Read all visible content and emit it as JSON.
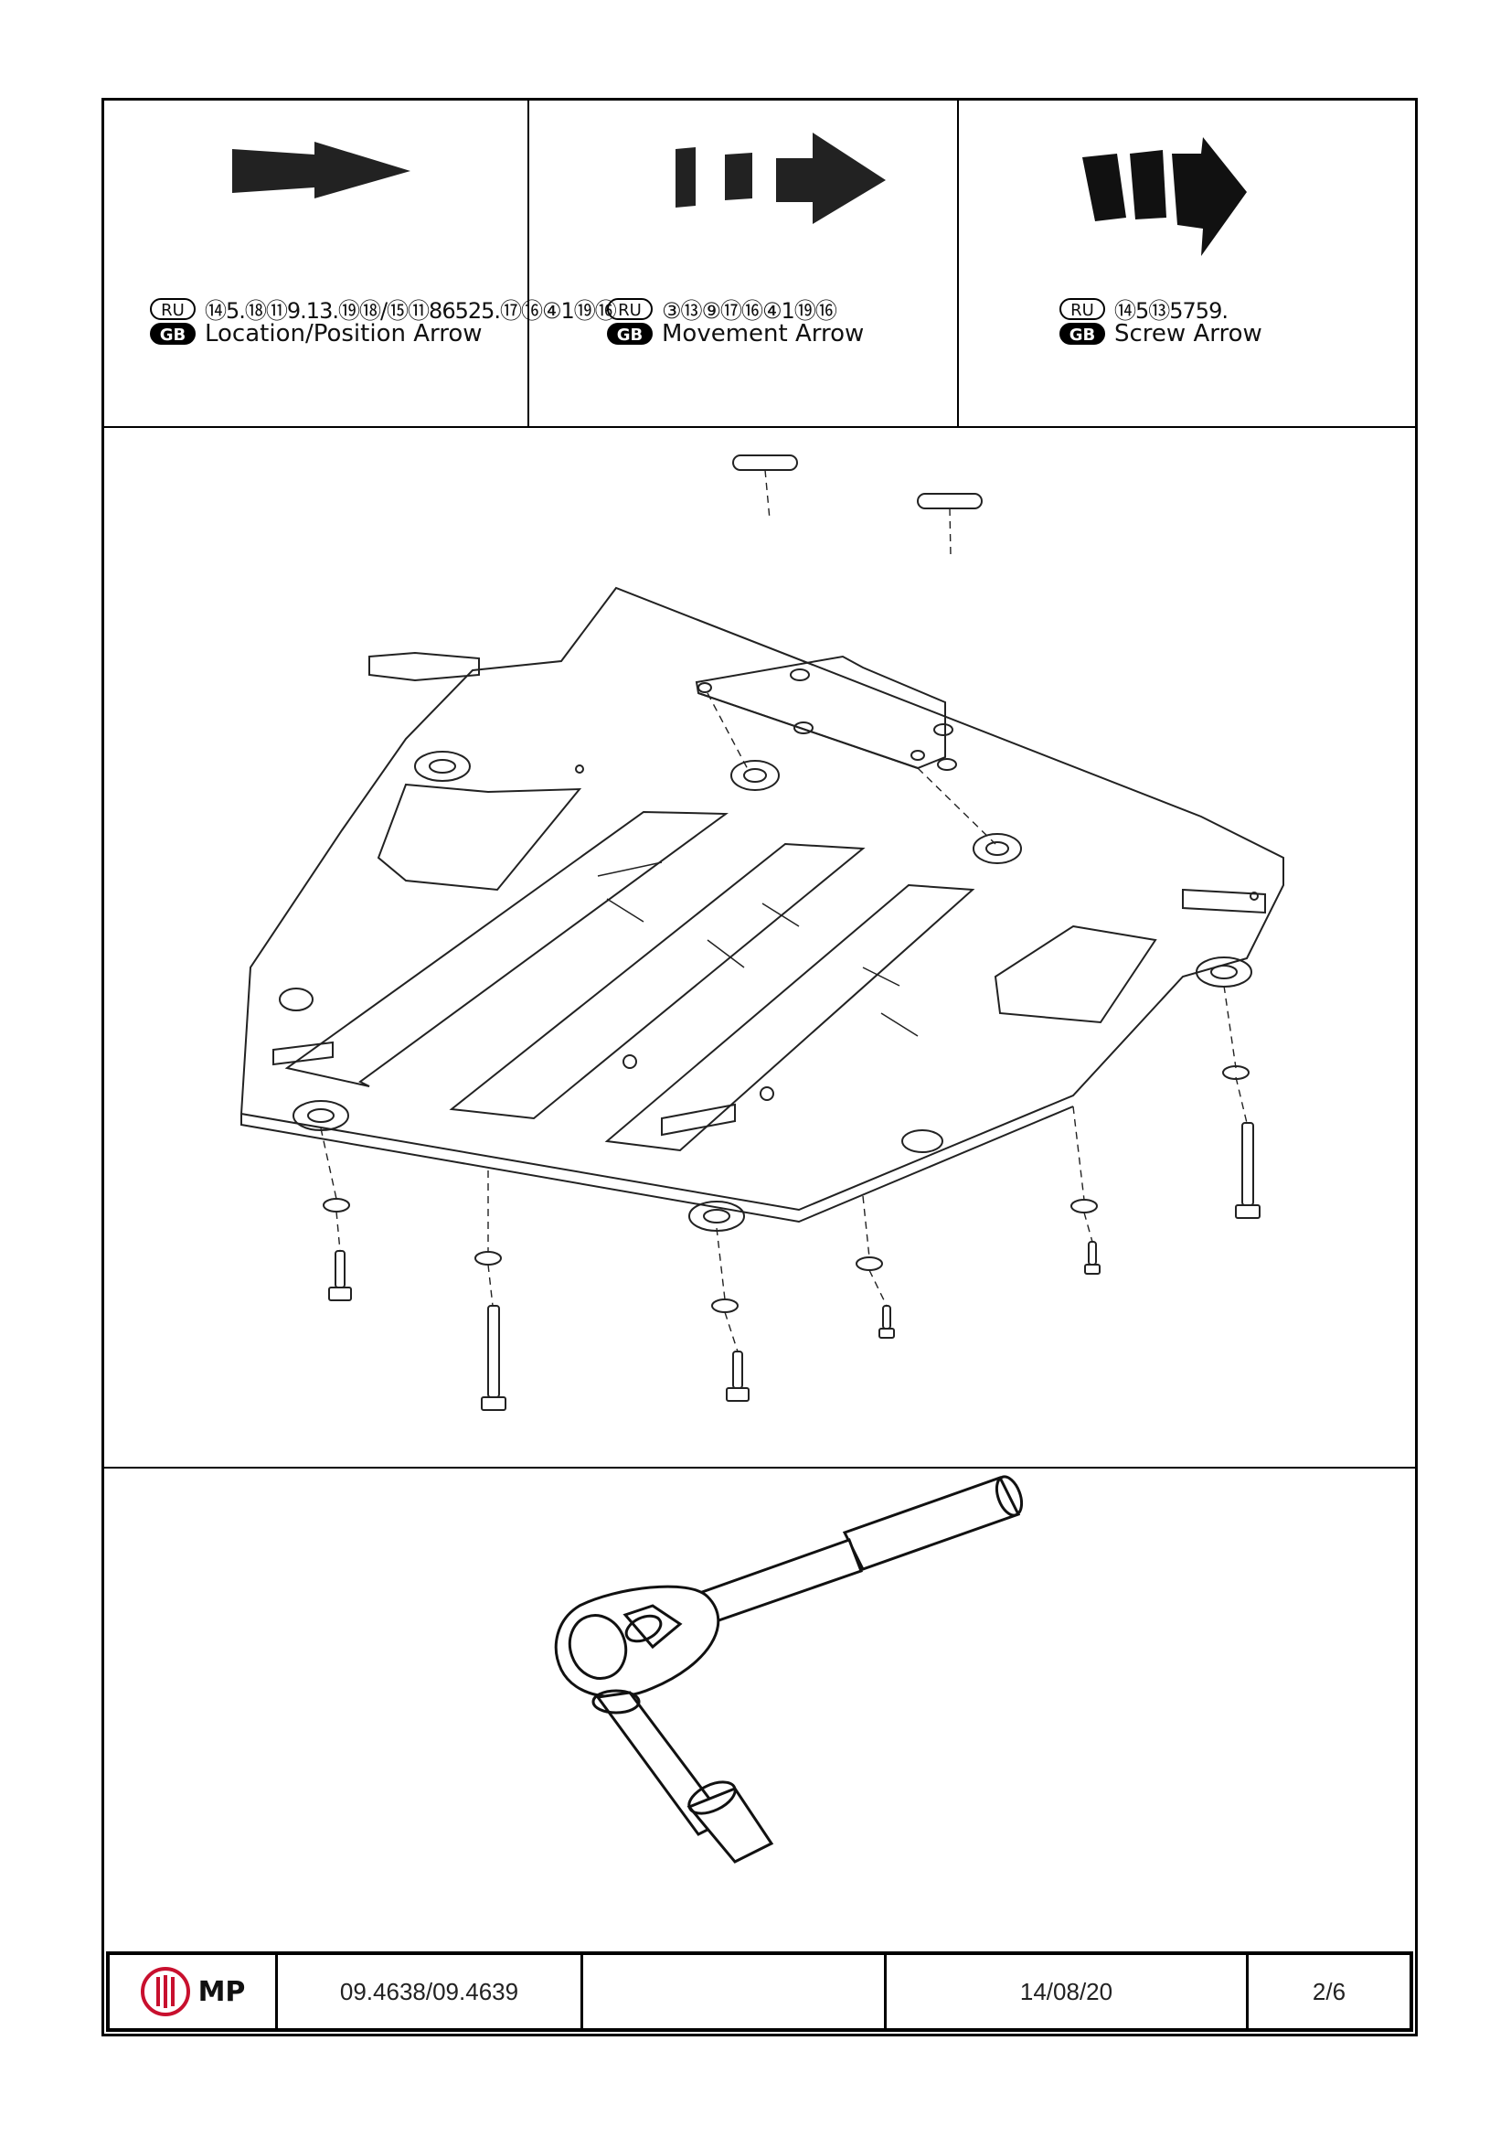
{
  "legend": [
    {
      "ru": "⑭5.⑱⑪9.13.⑲⑱/⑮⑪86525.⑰⑯④1⑲⑯",
      "gb": "Location/Position Arrow",
      "icon": "solid-arrow-icon"
    },
    {
      "ru": "③⑬⑨⑰⑯④1⑲⑯",
      "gb": "Movement Arrow",
      "icon": "dashed-arrow-icon"
    },
    {
      "ru": "⑭5⑬5759.",
      "gb": "Screw Arrow",
      "icon": "screw-arrow-icon"
    }
  ],
  "lang": {
    "ru": "RU",
    "gb": "GB"
  },
  "footer": {
    "logo_text": "MP",
    "part_number": "09.4638/09.4639",
    "blank": "",
    "date": "14/08/20",
    "page": "2/6"
  }
}
